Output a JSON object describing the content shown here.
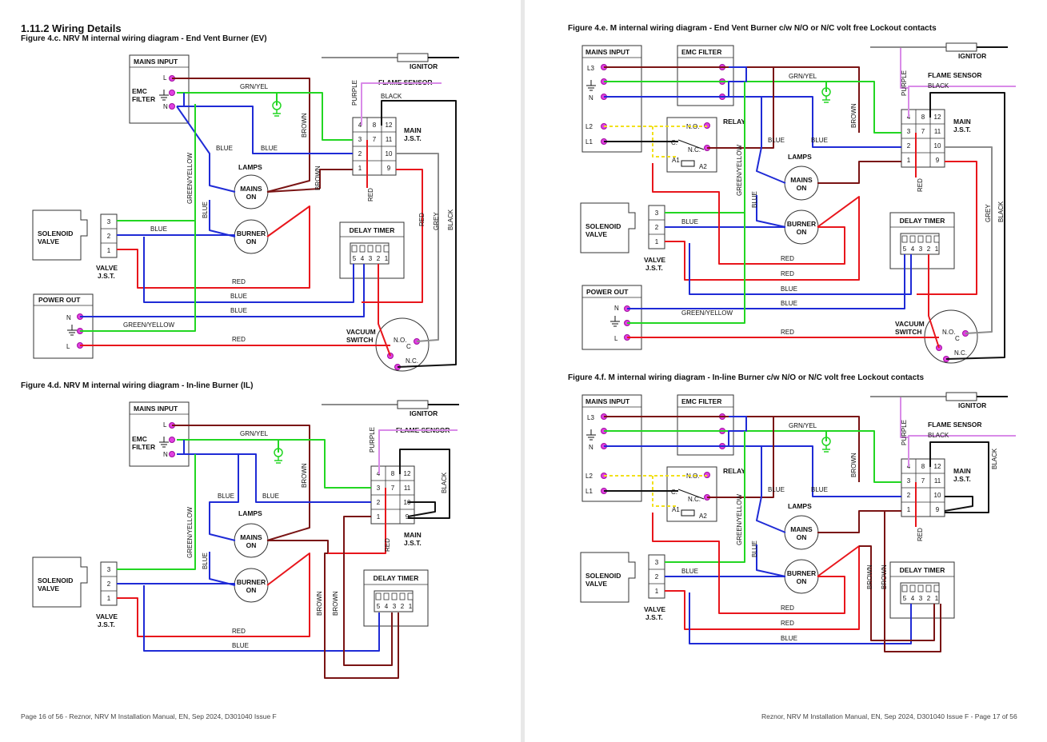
{
  "left_page": {
    "section_title": "1.11.2 Wiring Details",
    "figure_c_title": "Figure 4.c. NRV M internal wiring diagram - End Vent Burner (EV)",
    "figure_d_title": "Figure 4.d. NRV M internal wiring diagram - In-line Burner (IL)",
    "footer": "Page 16 of 56  - Reznor, NRV M Installation Manual, EN, Sep 2024, D301040 Issue F"
  },
  "right_page": {
    "figure_e_title": "Figure 4.e. M internal wiring diagram - End Vent Burner c/w N/O or N/C volt free Lockout contacts",
    "figure_f_title": "Figure 4.f. M internal wiring diagram - In-line Burner c/w N/O or N/C volt free Lockout contacts",
    "footer": "Reznor, NRV M Installation Manual, EN, Sep 2024, D301040 Issue F - Page 17 of 56"
  },
  "labels": {
    "mains_input": "MAINS INPUT",
    "emc_filter": "EMC FILTER",
    "emc_filter_a": "EMC",
    "emc_filter_b": "FILTER",
    "ignitor": "IGNITOR",
    "flame_sensor": "FLAME SENSOR",
    "main": "MAIN",
    "jst": "J.S.T.",
    "lamps": "LAMPS",
    "mains": "MAINS",
    "burner": "BURNER",
    "on": "ON",
    "solenoid": "SOLENOID",
    "valve": "VALVE",
    "delay_timer": "DELAY TIMER",
    "power_out": "POWER OUT",
    "vacuum": "VACUUM",
    "switch": "SWITCH",
    "relay": "RELAY",
    "terminal_L": "L",
    "terminal_N": "N",
    "terminal_L1": "L1",
    "terminal_L2": "L2",
    "terminal_L3": "L3",
    "no": "N.O.",
    "nc": "N.C.",
    "c": "C.",
    "c_plain": "C",
    "a1": "A1",
    "a2": "A2"
  },
  "wires": {
    "grn_yel": "GRN/YEL",
    "green_yellow": "GREEN/YELLOW",
    "blue": "BLUE",
    "brown": "BROWN",
    "red": "RED",
    "grey": "GREY",
    "black": "BLACK",
    "purple": "PURPLE"
  },
  "jst_pins": [
    "4",
    "8",
    "12",
    "3",
    "7",
    "11",
    "2",
    "",
    "10",
    "1",
    "",
    "9"
  ],
  "valve_pins": [
    "3",
    "2",
    "1"
  ],
  "timer_pins": [
    "5",
    "4",
    "3",
    "2",
    "1"
  ],
  "colors": {
    "red": "#e8161c",
    "blue": "#1f2bd6",
    "green": "#22d622",
    "brown": "#7a1414",
    "black": "#111111",
    "grey": "#8c8c8c",
    "purple": "#d98be8",
    "yellow": "#f2e01a",
    "terminal": "#e040e0"
  }
}
